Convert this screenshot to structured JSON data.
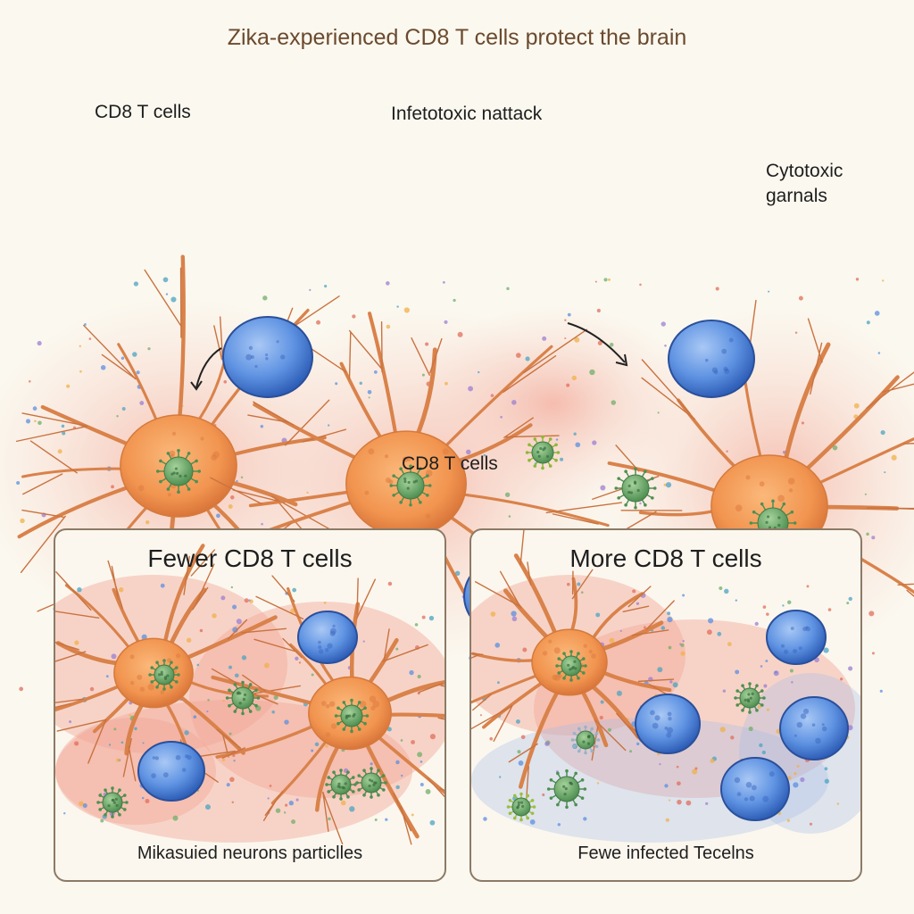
{
  "title": "Zika-experienced CD8 T cells protect the brain",
  "labels": {
    "cd8_top": "CD8 T cells",
    "attack": "Infetotoxic nattack",
    "cytotoxic": "Cytotoxic\ngarnals",
    "cd8_bottom": "CD8 T cells"
  },
  "panels": [
    {
      "title": "Fewer CD8 T cells",
      "caption": "Mikasuied neurons particlles"
    },
    {
      "title": "More CD8 T cells",
      "caption": "Fewe infected Tecelns"
    }
  ],
  "colors": {
    "neuron": "#f29a55",
    "tcell": "#5b8fe0",
    "virus": "#6fae6a",
    "tissue": "#f0a595"
  }
}
